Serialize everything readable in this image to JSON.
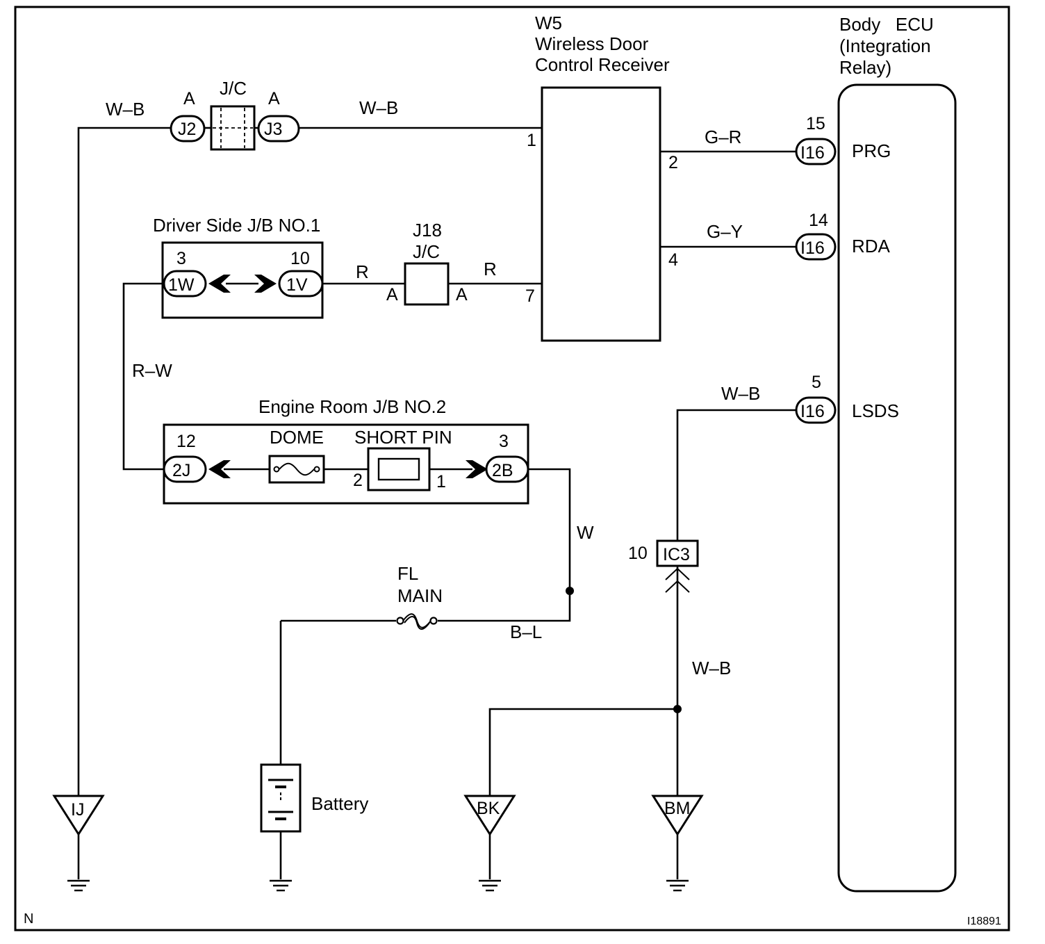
{
  "components": {
    "receiver": {
      "code": "W5",
      "name_line1": "Wireless Door",
      "name_line2": "Control Receiver"
    },
    "ecu": {
      "line1": "Body   ECU",
      "line2": "(Integration",
      "line3": "Relay)"
    },
    "driver_jb": "Driver Side J/B NO.1",
    "engine_jb": "Engine Room J/B NO.2",
    "dome": "DOME",
    "short_pin": "SHORT PIN",
    "fl_main_1": "FL",
    "fl_main_2": "MAIN",
    "battery": "Battery",
    "jc_top": "J/C",
    "j18": "J18",
    "j18_jc": "J/C"
  },
  "wires": {
    "top_left": "W–B",
    "top_mid": "W–B",
    "prg": "G–R",
    "rda": "G–Y",
    "r_left": "R",
    "r_right": "R",
    "rw": "R–W",
    "lsds": "W–B",
    "w": "W",
    "bl": "B–L",
    "ground": "W–B"
  },
  "connectors": {
    "j2": "J2",
    "j3": "J3",
    "i16_prg": "I16",
    "i16_rda": "I16",
    "i16_lsds": "I16",
    "c1w": "1W",
    "c1v": "1V",
    "c2j": "2J",
    "c2b": "2B",
    "ic3": "IC3"
  },
  "pins": {
    "j2_a": "A",
    "j3_a": "A",
    "rx_1": "1",
    "rx_2": "2",
    "rx_4": "4",
    "rx_7": "7",
    "ecu_15": "15",
    "ecu_14": "14",
    "ecu_5": "5",
    "jb1_3": "3",
    "jb1_10": "10",
    "j18_a_left": "A",
    "j18_a_right": "A",
    "jb2_12": "12",
    "jb2_3": "3",
    "sp_2": "2",
    "sp_1": "1",
    "ic3_10": "10"
  },
  "ecu_terminals": {
    "prg": "PRG",
    "rda": "RDA",
    "lsds": "LSDS"
  },
  "grounds": {
    "ij": "IJ",
    "bk": "BK",
    "bm": "BM"
  },
  "footer": {
    "left": "N",
    "right": "I18891"
  }
}
